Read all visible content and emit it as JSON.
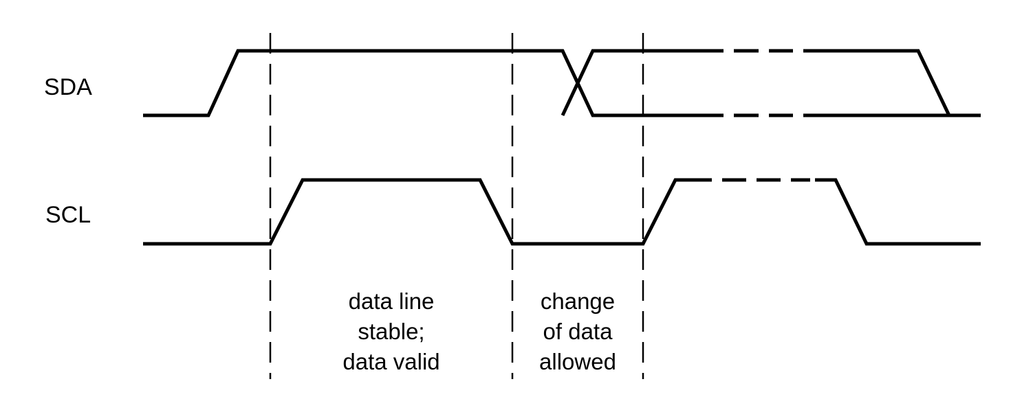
{
  "signals": {
    "sda": "SDA",
    "scl": "SCL"
  },
  "annotations": {
    "stable": [
      "data line",
      "stable;",
      "data valid"
    ],
    "change": [
      "change",
      "of data",
      "allowed"
    ]
  },
  "colors": {
    "line": "#000000",
    "background": "#ffffff"
  }
}
